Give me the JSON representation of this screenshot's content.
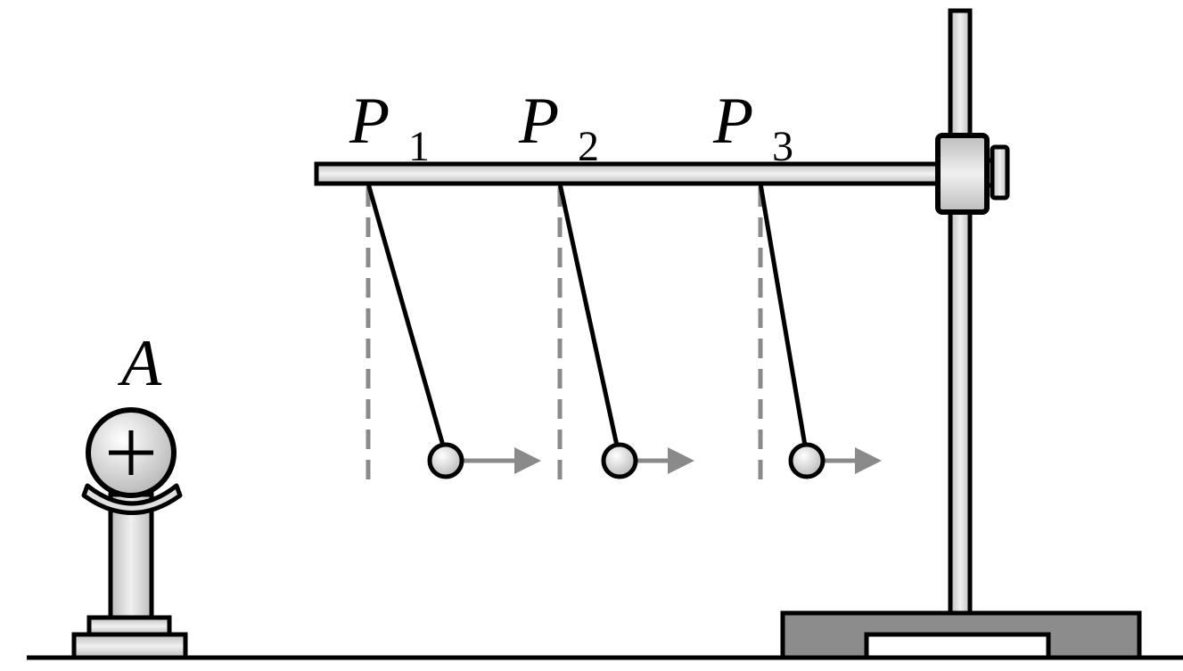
{
  "labels": {
    "charge_body": "A",
    "charge_sign": "+",
    "points": [
      {
        "letter": "P",
        "sub": "1"
      },
      {
        "letter": "P",
        "sub": "2"
      },
      {
        "letter": "P",
        "sub": "3"
      }
    ]
  },
  "colors": {
    "stroke": "#000000",
    "metal_light": "#e6e6e6",
    "metal_dark": "#bdbdbd",
    "base": "#8c8c8c",
    "guide": "#8a8a8a"
  }
}
